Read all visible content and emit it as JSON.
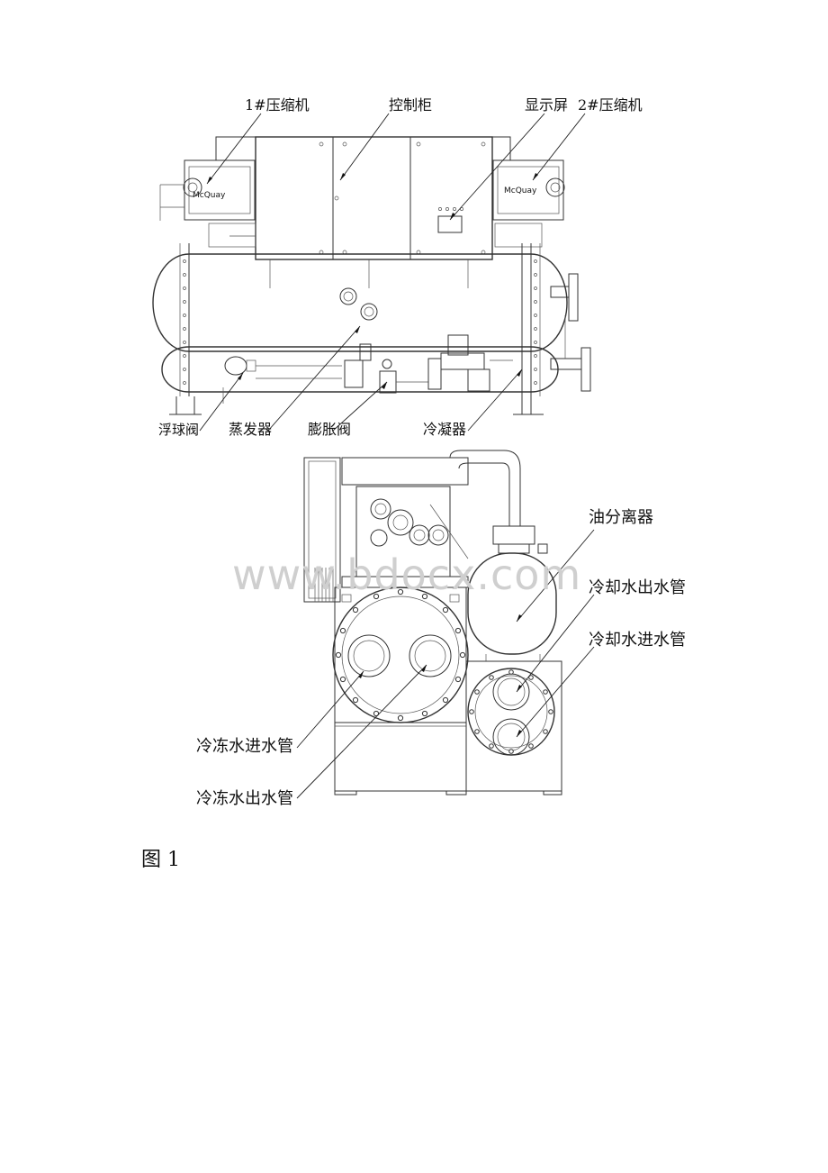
{
  "figure": {
    "caption": "图 1",
    "watermark": "www.bdocx.com",
    "front_view": {
      "labels": {
        "compressor_1": "1#压缩机",
        "control_cabinet": "控制柜",
        "display": "显示屏",
        "compressor_2": "2#压缩机",
        "float_valve": "浮球阀",
        "evaporator": "蒸发器",
        "expansion_valve": "膨胀阀",
        "condenser": "冷凝器"
      },
      "brand_1": "McQuay",
      "brand_2": "McQuay"
    },
    "side_view": {
      "labels": {
        "oil_separator": "油分离器",
        "cooling_water_out": "冷却水出水管",
        "cooling_water_in": "冷却水进水管",
        "chilled_water_in": "冷冻水进水管",
        "chilled_water_out": "冷冻水出水管"
      }
    }
  }
}
